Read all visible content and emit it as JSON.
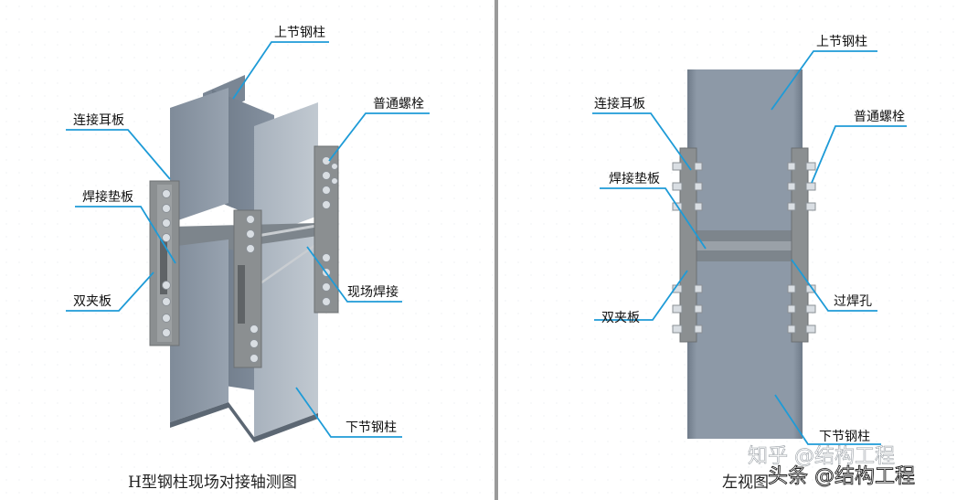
{
  "colors": {
    "leader": "#1e9bd7",
    "steel_front": "#8794a3",
    "steel_side": "#a9b4c0",
    "steel_dark": "#6b7785",
    "plate": "#8b8f91",
    "bolt": "#d9dee3",
    "divider": "#9a9a9a"
  },
  "left_figure": {
    "caption": "H型钢柱现场对接轴测图",
    "labels": {
      "upper_column": "上节钢柱",
      "bolts": "普通螺栓",
      "ear_plate": "连接耳板",
      "weld_backing": "焊接垫板",
      "field_weld": "现场焊接",
      "double_splice": "双夹板",
      "lower_column": "下节钢柱"
    }
  },
  "right_figure": {
    "caption": "左视图",
    "labels": {
      "upper_column": "上节钢柱",
      "ear_plate": "连接耳板",
      "bolts": "普通螺栓",
      "weld_backing": "焊接垫板",
      "double_splice": "双夹板",
      "weld_access_hole": "过焊孔",
      "lower_column": "下节钢柱"
    }
  },
  "watermarks": {
    "zhihu": "知乎 @结构工程",
    "toutiao": "头条 @结构工程"
  }
}
